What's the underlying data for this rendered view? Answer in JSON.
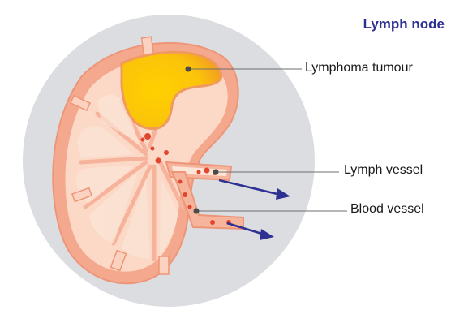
{
  "title": "Lymph node",
  "labels": {
    "tumour": "Lymphoma tumour",
    "lymph_vessel": "Lymph vessel",
    "blood_vessel": "Blood vessel"
  },
  "colors": {
    "background_circle": "#dcdde1",
    "node_outer": "#f4a98e",
    "node_inner": "#fcd9c6",
    "tumour_core": "#ffd000",
    "tumour_edge": "#f5a623",
    "arrow": "#2e3192",
    "title": "#2e3192",
    "cells": "#e0452e"
  }
}
